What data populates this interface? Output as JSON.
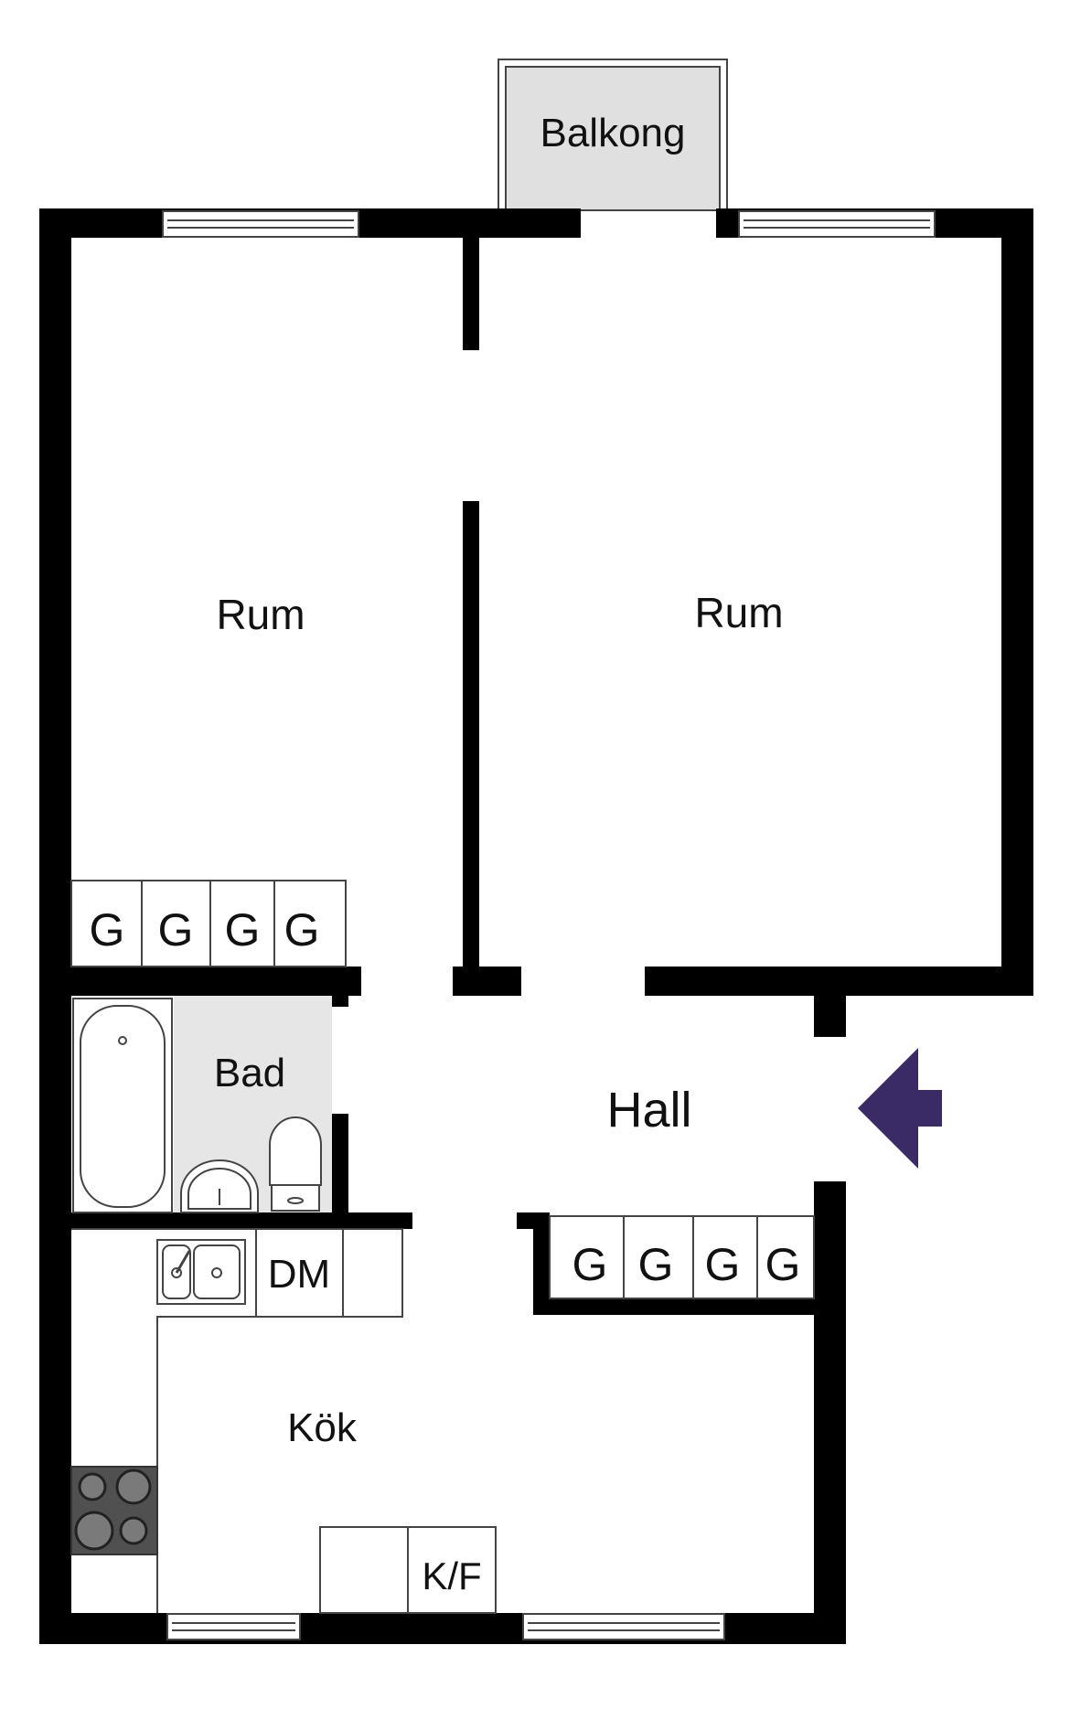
{
  "rooms": {
    "balkong": "Balkong",
    "rum_left": "Rum",
    "rum_right": "Rum",
    "bad": "Bad",
    "hall": "Hall",
    "kok": "Kök"
  },
  "fixtures": {
    "wardrobe_code": "G",
    "dishwasher": "DM",
    "fridge_freezer": "K/F"
  },
  "icons": {
    "entrance": "entrance-arrow-icon",
    "bathtub": "bathtub-icon",
    "sink": "sink-icon",
    "toilet": "toilet-icon",
    "kitchen_sink": "kitchen-sink-icon",
    "stove": "stove-icon"
  },
  "colors": {
    "wall": "#000000",
    "accent_arrow": "#3a2b66",
    "balcony_fill": "#e0e0e0",
    "bathroom_fill": "#e6e6e6",
    "stove_fill": "#505050",
    "line": "#444444"
  }
}
